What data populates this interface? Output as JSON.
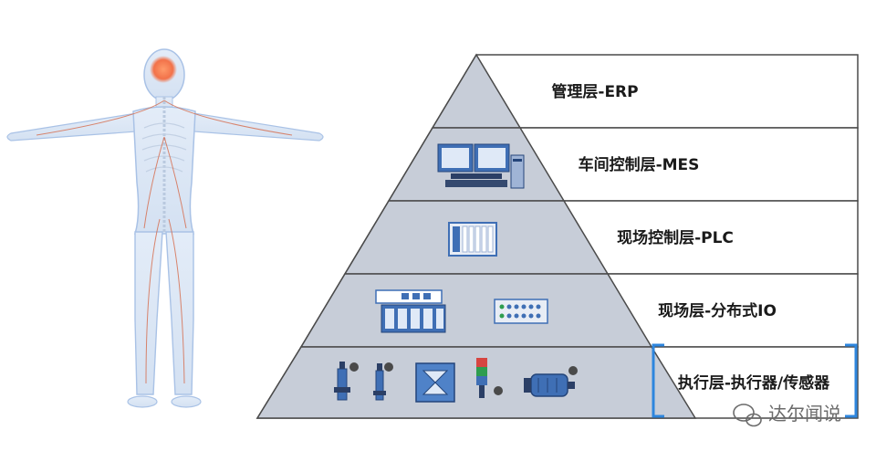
{
  "layers": [
    {
      "label": "管理层-ERP"
    },
    {
      "label": "车间控制层-MES"
    },
    {
      "label": "现场控制层-PLC"
    },
    {
      "label": "现场层-分布式IO"
    },
    {
      "label": "执行层-执行器/传感器"
    }
  ],
  "watermark": {
    "text": "达尔闻说",
    "icon": "wechat-icon"
  },
  "colors": {
    "pyramid_fill": "#c7cdd8",
    "border": "#4a4a4a",
    "highlight": "#2e86de",
    "device_blue": "#3f6fb5"
  }
}
